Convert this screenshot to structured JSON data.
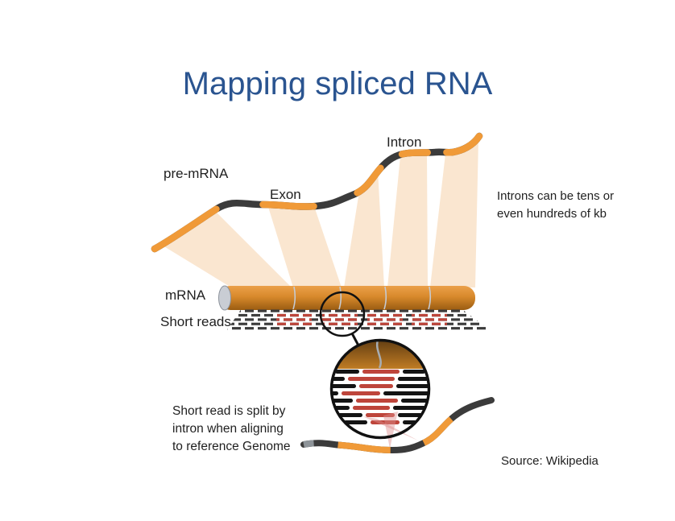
{
  "title": "Mapping spliced RNA",
  "labels": {
    "pre_mrna": "pre-mRNA",
    "exon": "Exon",
    "intron": "Intron",
    "mrna": "mRNA",
    "short_reads": "Short reads"
  },
  "annotations": {
    "intron_size": "Introns can be tens or\neven hundreds of kb",
    "split_read": "Short read is split by\nintron when aligning\nto reference Genome",
    "source": "Source: Wikipedia"
  },
  "colors": {
    "title_blue": "#2A5490",
    "exon_orange": "#F09A38",
    "intron_dark": "#3B3B3B",
    "mrna_orange": "#D8892B",
    "band_peach": "#FAE6D0",
    "read_dark": "#3C3C3C",
    "read_red": "#BE453B",
    "beam_pink": "#DE8F8F"
  }
}
